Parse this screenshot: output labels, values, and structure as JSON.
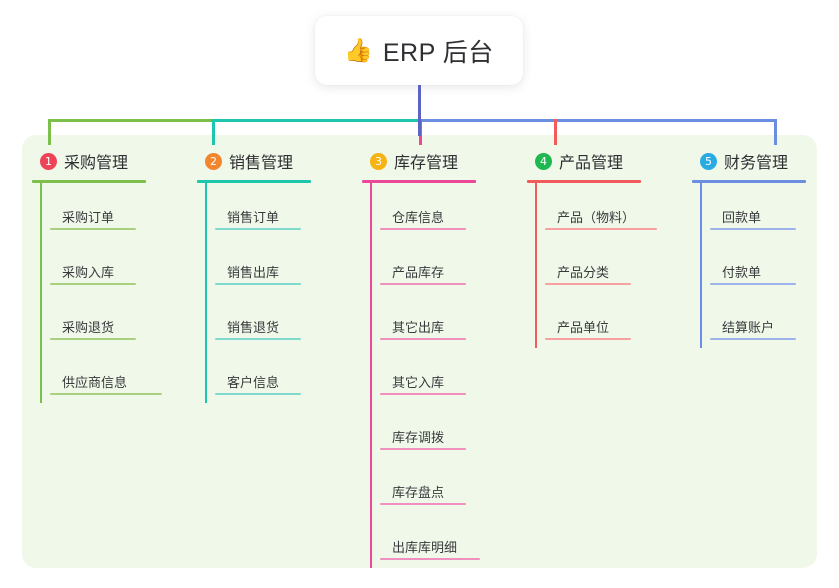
{
  "root": {
    "icon": "thumbs-up-icon",
    "icon_glyph": "👍",
    "title": "ERP 后台"
  },
  "theme": {
    "page_background": "#ffffff",
    "panel_background": "#eff8e9",
    "card_background": "#ffffff",
    "text_color": "#2f2f33",
    "trunk_line_color": "#5b63c4"
  },
  "columns": [
    {
      "index": "1",
      "badge_color": "#ee4458",
      "line_color": "#7dbf4b",
      "item_line_color": "#a8d07e",
      "title": "采购管理",
      "items": [
        {
          "label": "采购订单"
        },
        {
          "label": "采购入库"
        },
        {
          "label": "采购退货"
        },
        {
          "label": "供应商信息"
        }
      ]
    },
    {
      "index": "2",
      "badge_color": "#f2862f",
      "line_color": "#1ec6ad",
      "item_line_color": "#7fd9cd",
      "title": "销售管理",
      "items": [
        {
          "label": "销售订单"
        },
        {
          "label": "销售出库"
        },
        {
          "label": "销售退货"
        },
        {
          "label": "客户信息"
        }
      ]
    },
    {
      "index": "3",
      "badge_color": "#f6b312",
      "line_color": "#ec4899",
      "item_line_color": "#f08fc0",
      "title": "库存管理",
      "items": [
        {
          "label": "仓库信息"
        },
        {
          "label": "产品库存"
        },
        {
          "label": "其它出库"
        },
        {
          "label": "其它入库"
        },
        {
          "label": "库存调拨"
        },
        {
          "label": "库存盘点"
        },
        {
          "label": "出库库明细"
        }
      ]
    },
    {
      "index": "4",
      "badge_color": "#1fb850",
      "line_color": "#f15b5b",
      "item_line_color": "#f6a0a0",
      "title": "产品管理",
      "items": [
        {
          "label": "产品（物料）"
        },
        {
          "label": "产品分类"
        },
        {
          "label": "产品单位"
        }
      ]
    },
    {
      "index": "5",
      "badge_color": "#29abe2",
      "line_color": "#6b8ee0",
      "item_line_color": "#9db4ea",
      "title": "财务管理",
      "items": [
        {
          "label": "回款单"
        },
        {
          "label": "付款单"
        },
        {
          "label": "结算账户"
        }
      ]
    }
  ]
}
